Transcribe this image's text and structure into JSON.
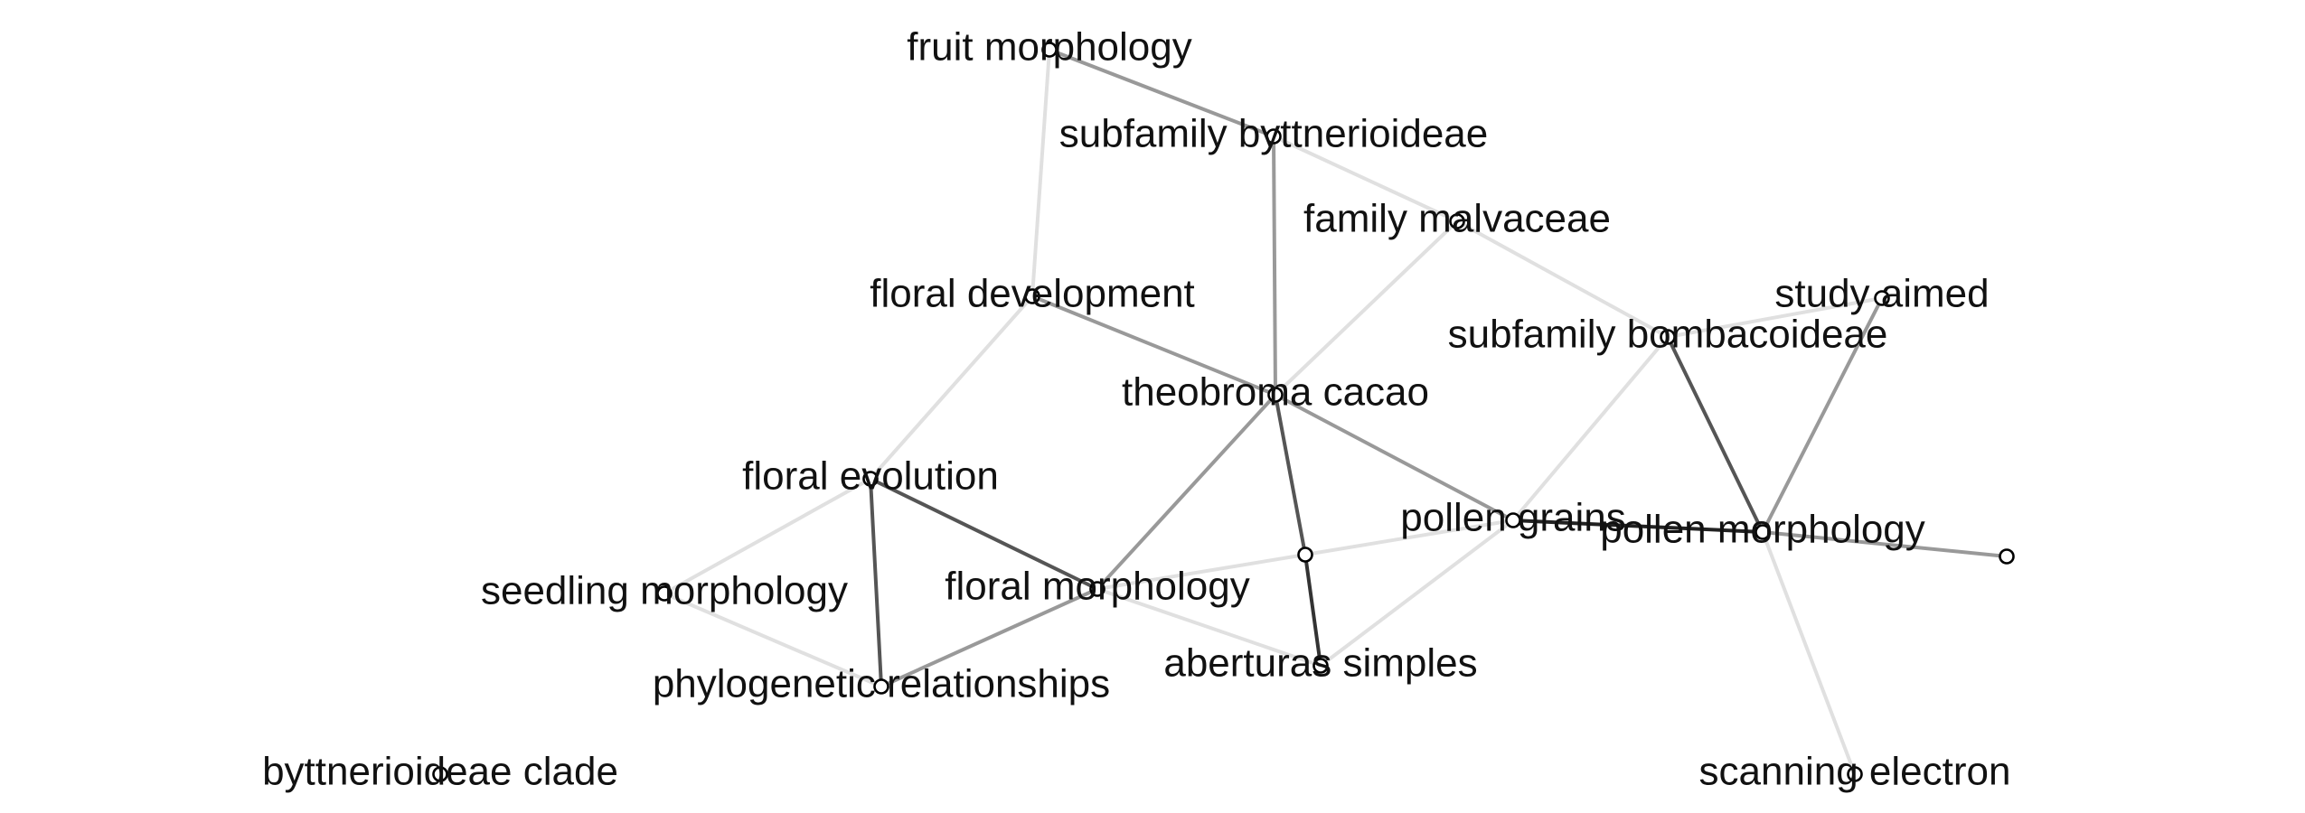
{
  "nodes": [
    {
      "id": "fruit",
      "label": "fruit morphology"
    },
    {
      "id": "byttnerioideae",
      "label": "subfamily byttnerioideae"
    },
    {
      "id": "malvaceae",
      "label": "family malvaceae"
    },
    {
      "id": "floral_dev",
      "label": "floral development"
    },
    {
      "id": "study",
      "label": "study aimed"
    },
    {
      "id": "bombacoideae",
      "label": "subfamily bombacoideae"
    },
    {
      "id": "theobroma",
      "label": "theobroma cacao"
    },
    {
      "id": "floral_evo",
      "label": "floral evolution"
    },
    {
      "id": "pollen_grains",
      "label": "pollen grains"
    },
    {
      "id": "pollen_morph",
      "label": "pollen morphology"
    },
    {
      "id": "unlabeled_a",
      "label": ""
    },
    {
      "id": "unlabeled_b",
      "label": ""
    },
    {
      "id": "seedling",
      "label": "seedling morphology"
    },
    {
      "id": "floral_morph",
      "label": "floral morphology"
    },
    {
      "id": "aberturas",
      "label": "aberturas simples"
    },
    {
      "id": "phylogenetic",
      "label": "phylogenetic relationships"
    },
    {
      "id": "clade",
      "label": "byttnerioideae clade"
    },
    {
      "id": "scanning",
      "label": "scanning electron"
    }
  ],
  "edges": [
    {
      "source": "fruit",
      "target": "byttnerioideae",
      "color": "#999999"
    },
    {
      "source": "fruit",
      "target": "floral_dev",
      "color": "#e0e0e0"
    },
    {
      "source": "byttnerioideae",
      "target": "malvaceae",
      "color": "#e0e0e0"
    },
    {
      "source": "byttnerioideae",
      "target": "theobroma",
      "color": "#999999"
    },
    {
      "source": "malvaceae",
      "target": "bombacoideae",
      "color": "#e0e0e0"
    },
    {
      "source": "malvaceae",
      "target": "theobroma",
      "color": "#e0e0e0"
    },
    {
      "source": "floral_dev",
      "target": "theobroma",
      "color": "#999999"
    },
    {
      "source": "floral_dev",
      "target": "floral_evo",
      "color": "#e0e0e0"
    },
    {
      "source": "bombacoideae",
      "target": "study",
      "color": "#e0e0e0"
    },
    {
      "source": "bombacoideae",
      "target": "pollen_morph",
      "color": "#555555"
    },
    {
      "source": "bombacoideae",
      "target": "pollen_grains",
      "color": "#e0e0e0"
    },
    {
      "source": "study",
      "target": "pollen_morph",
      "color": "#999999"
    },
    {
      "source": "theobroma",
      "target": "pollen_grains",
      "color": "#999999"
    },
    {
      "source": "theobroma",
      "target": "floral_morph",
      "color": "#999999"
    },
    {
      "source": "theobroma",
      "target": "unlabeled_a",
      "color": "#555555"
    },
    {
      "source": "unlabeled_a",
      "target": "aberturas",
      "color": "#333333"
    },
    {
      "source": "unlabeled_a",
      "target": "pollen_grains",
      "color": "#e0e0e0"
    },
    {
      "source": "pollen_grains",
      "target": "pollen_morph",
      "color": "#222222"
    },
    {
      "source": "pollen_grains",
      "target": "aberturas",
      "color": "#e0e0e0"
    },
    {
      "source": "pollen_morph",
      "target": "unlabeled_b",
      "color": "#999999"
    },
    {
      "source": "pollen_morph",
      "target": "scanning",
      "color": "#e0e0e0"
    },
    {
      "source": "floral_evo",
      "target": "floral_morph",
      "color": "#555555"
    },
    {
      "source": "floral_evo",
      "target": "phylogenetic",
      "color": "#555555"
    },
    {
      "source": "floral_evo",
      "target": "seedling",
      "color": "#e0e0e0"
    },
    {
      "source": "seedling",
      "target": "phylogenetic",
      "color": "#e0e0e0"
    },
    {
      "source": "floral_morph",
      "target": "phylogenetic",
      "color": "#999999"
    },
    {
      "source": "floral_morph",
      "target": "unlabeled_a",
      "color": "#e0e0e0"
    },
    {
      "source": "floral_morph",
      "target": "aberturas",
      "color": "#e0e0e0"
    }
  ]
}
